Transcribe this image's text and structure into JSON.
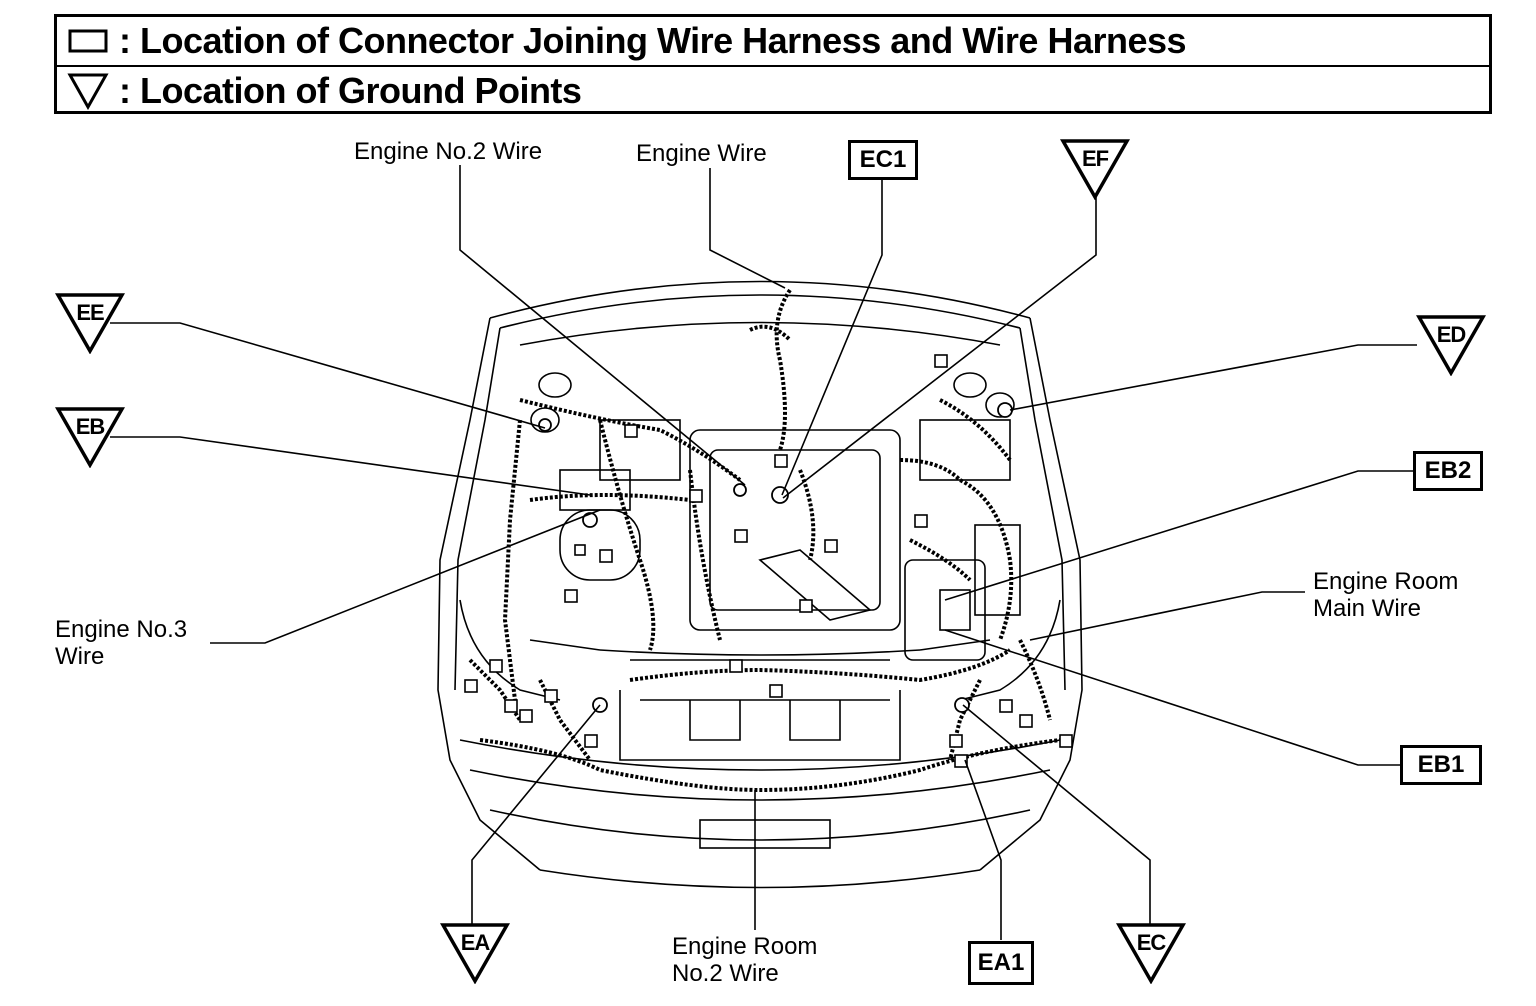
{
  "legend": {
    "connector_text": ": Location of Connector Joining Wire Harness and Wire Harness",
    "ground_text": ": Location of Ground Points",
    "connector_symbol_icon": "rectangle-outline-icon",
    "ground_symbol_icon": "downward-triangle-icon"
  },
  "wire_labels": {
    "engine_no2_wire": "Engine No.2 Wire",
    "engine_wire": "Engine Wire",
    "engine_no3_wire_line1": "Engine No.3",
    "engine_no3_wire_line2": "Wire",
    "engine_room_main_wire_line1": "Engine Room",
    "engine_room_main_wire_line2": "Main Wire",
    "engine_room_no2_wire_line1": "Engine Room",
    "engine_room_no2_wire_line2": "No.2 Wire"
  },
  "connector_codes": {
    "ec1": "EC1",
    "eb2": "EB2",
    "eb1": "EB1",
    "ea1": "EA1"
  },
  "ground_codes": {
    "ee": "EE",
    "eb": "EB",
    "ef": "EF",
    "ed": "ED",
    "ea": "EA",
    "ec": "EC"
  }
}
